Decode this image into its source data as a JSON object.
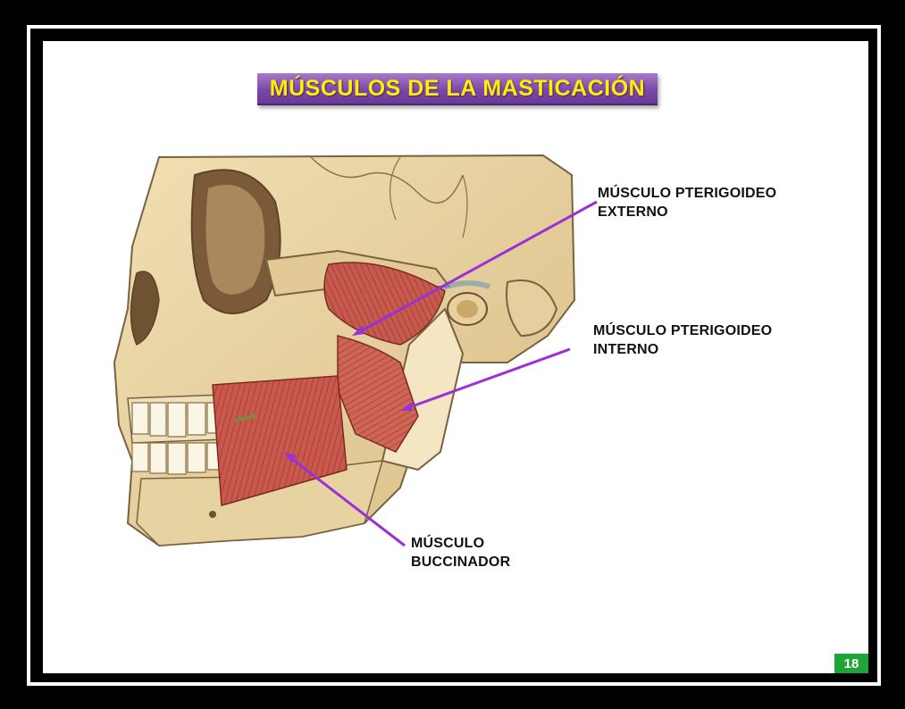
{
  "title": "MÚSCULOS DE LA MASTICACIÓN",
  "labels": {
    "pterigoideo_externo": [
      "MÚSCULO PTERIGOIDEO",
      "EXTERNO"
    ],
    "pterigoideo_interno": [
      "MÚSCULO PTERIGOIDEO",
      "INTERNO"
    ],
    "buccinador": [
      "MÚSCULO",
      "BUCCINADOR"
    ]
  },
  "slide_number": "18",
  "colors": {
    "title_background": "#7b48a8",
    "title_text": "#ffee00",
    "pointer_arrow": "#9b30d8",
    "bone": "#e9d4a3",
    "muscle": "#c9584d",
    "slide_number_background": "#22a33a"
  }
}
